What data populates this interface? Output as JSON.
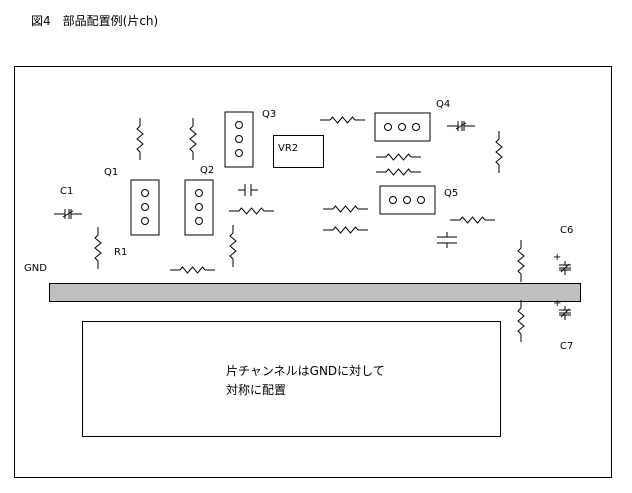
{
  "title": "図4　部品配置例(片ch)",
  "labels": {
    "c1": "C1",
    "q1": "Q1",
    "r1": "R1",
    "q2": "Q2",
    "q3": "Q3",
    "vr2": "VR2",
    "q4": "Q4",
    "q5": "Q5",
    "c6": "C6",
    "c7": "C7",
    "gnd": "GND",
    "plus_c6": "+",
    "plus_c7": "+"
  },
  "note": {
    "line1": "片チャンネルはGNDに対して",
    "line2": "対称に配置"
  }
}
